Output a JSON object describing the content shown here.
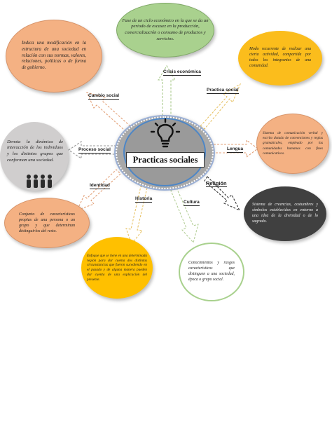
{
  "center": {
    "title": "Practicas sociales",
    "icon": "lightbulb-icon"
  },
  "connectors": {
    "crisis": "Crisis económica",
    "practica": "Practica social",
    "lengua": "Lengua",
    "religion": "Religión",
    "cultura": "Cultura",
    "historia": "Historia",
    "identidad": "Identidad",
    "proceso": "Proceso social",
    "cambio": "Cambio social"
  },
  "nodes": {
    "crisis": "Fase de un ciclo económico en la que se da un periodo de escasez en la producción, comercialización o consumo de productos y servicios.",
    "practica": "Modo recurrente de realizar una cierta actividad, compartida por todos los integrantes de una comunidad.",
    "lengua": "Sistema de comunicación verbal y escrito dotado de convenciones y reglas gramaticales, empleado por las comunidades humanas con fines comunicativos.",
    "religion": "Sistema de creencias, costumbres y símbolos establecidos en entorno a una idea de la divinidad o de lo sagrado.",
    "cultura": "Conocimientos y rasgos característicos que distinguen a una sociedad, época o grupo social.",
    "historia": "Enfoque que se tiene en una determinada región para dar cuenta dos distintas circunstancias que fueron sucediendo en el pasado y de alguna manera pueden dar cuenta de una explicación del presente.",
    "identidad": "Conjunto de características propias de una persona o un grupo y que determinan distinguirlos del resto.",
    "proceso": "Denota la dinámica de interacción de los individuos y los distintos grupos que conforman una sociedad.",
    "cambio": "Indica una modificación en la estructura de una sociedad en relación con sus normas, valores, relaciones, políticas o de forma de gobierno."
  },
  "colors": {
    "green": "#a9d18e",
    "orange": "#fbbd1c",
    "peach": "#f4b183",
    "dark": "#404040",
    "yellow": "#ffc000",
    "gray": "#d0cece",
    "center": "#a5a5a5"
  },
  "icons": [
    "lightbulb-icon",
    "people-group-icon"
  ]
}
